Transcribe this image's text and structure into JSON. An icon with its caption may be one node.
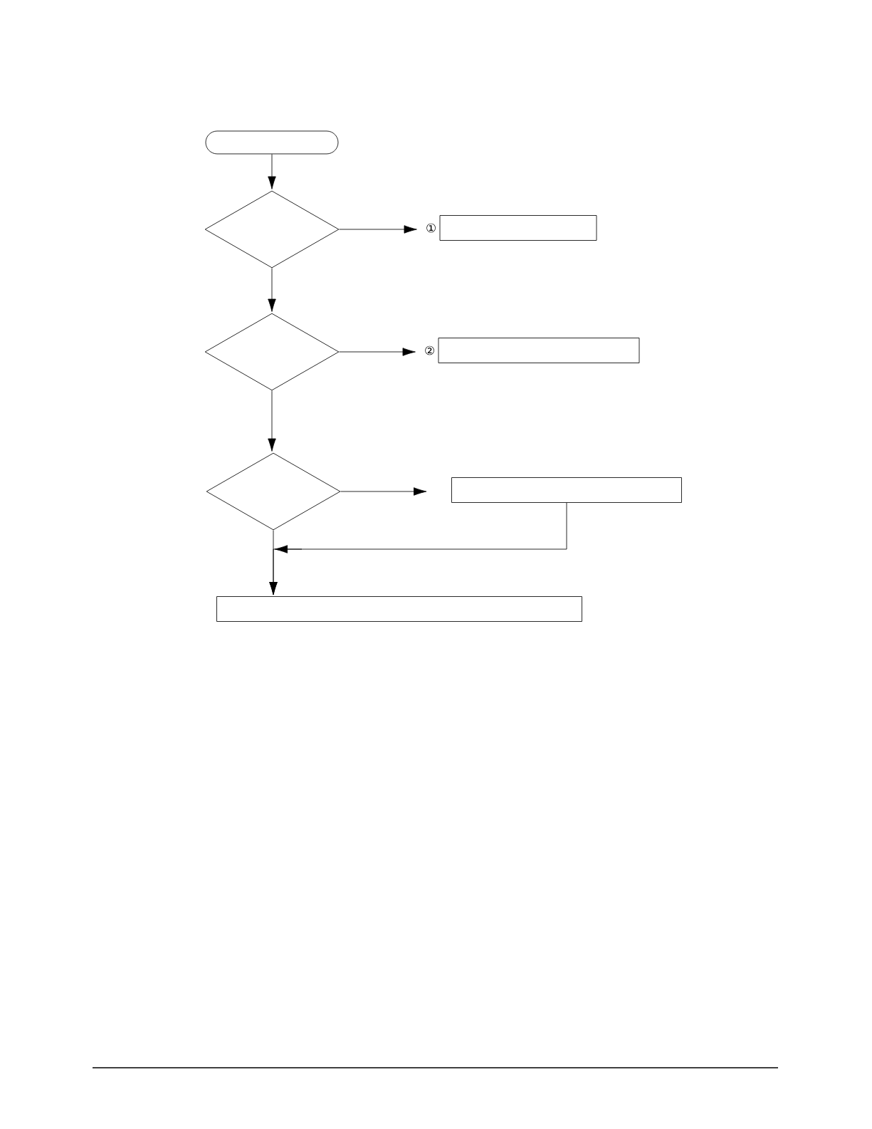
{
  "diagram": {
    "nodes": [
      {
        "text": [],
        "shape": "oval"
      },
      {
        "text": [],
        "shape": "diamond"
      },
      {
        "text": [],
        "shape": "box",
        "beside": [
          "①"
        ]
      },
      {
        "text": [],
        "shape": "diamond"
      },
      {
        "text": [],
        "shape": "box",
        "beside": [
          "②"
        ]
      },
      {
        "text": [],
        "shape": "diamond"
      },
      {
        "text": [],
        "shape": "box"
      },
      {
        "text": [],
        "shape": "box"
      }
    ],
    "edges": [
      {
        "from": 0,
        "to": 1,
        "arrow": "to"
      },
      {
        "from": 1,
        "to": 2,
        "arrow": "to"
      },
      {
        "from": 1,
        "to": 3,
        "arrow": "to"
      },
      {
        "from": 3,
        "to": 4,
        "arrow": "to"
      },
      {
        "from": 3,
        "to": 5,
        "arrow": "to"
      },
      {
        "from": 5,
        "to": 6,
        "arrow": "to"
      },
      {
        "from": 5,
        "to": 7,
        "arrow": "to"
      },
      {
        "from": 6,
        "to": 7,
        "arrow": "to"
      }
    ]
  }
}
